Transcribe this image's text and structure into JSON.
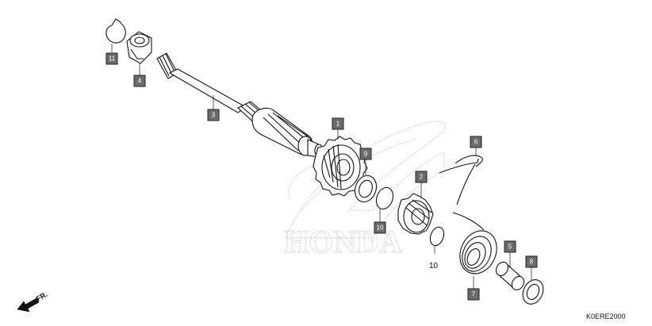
{
  "watermark": {
    "text": "HONDA"
  },
  "direction_marker": {
    "label": "FR.",
    "icon": "arrow-down-left-icon"
  },
  "diagram_code": "K0ERE2000",
  "callouts": [
    {
      "id": "c11",
      "label": "11"
    },
    {
      "id": "c4",
      "label": "4"
    },
    {
      "id": "c3",
      "label": "3"
    },
    {
      "id": "c1",
      "label": "1"
    },
    {
      "id": "c9",
      "label": "9"
    },
    {
      "id": "c2",
      "label": "2"
    },
    {
      "id": "c10",
      "label": "10"
    },
    {
      "id": "c6",
      "label": "6"
    },
    {
      "id": "c5",
      "label": "5"
    },
    {
      "id": "c8",
      "label": "8"
    },
    {
      "id": "c7",
      "label": "7"
    }
  ],
  "plain_labels": [
    {
      "id": "p10",
      "label": "10"
    }
  ],
  "colors": {
    "callout_fill": "#6b6b6b",
    "callout_text": "#ffffff",
    "watermark": "#d6d6d6",
    "line": "#111111"
  }
}
